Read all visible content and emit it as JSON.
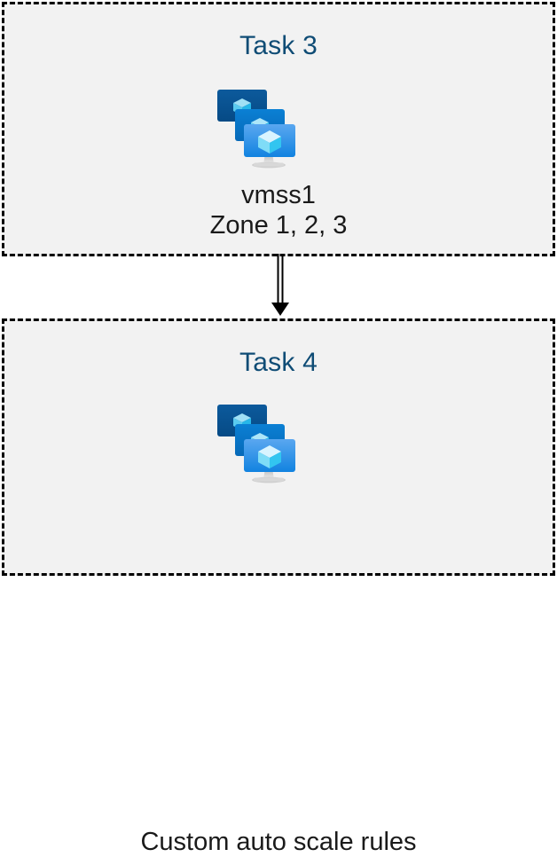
{
  "diagram": {
    "title": "Azure Virtual Machine Scale Set task flow",
    "background_color": "#ffffff",
    "box_fill_color": "#f2f2f2",
    "box_border_color": "#000000",
    "box_border_style": "dashed",
    "heading_color": "#0f4c75",
    "caption_color": "#1a1a1a",
    "connector_color": "#000000"
  },
  "nodes": [
    {
      "id": "task3",
      "title": "Task 3",
      "icon": "vm-scale-set-icon",
      "caption_lines": [
        "vmss1",
        "Zone 1, 2, 3"
      ]
    },
    {
      "id": "task4",
      "title": "Task 4",
      "icon": "vm-scale-set-icon",
      "caption_lines": [
        "Custom auto scale rules"
      ]
    }
  ],
  "connector": {
    "from": "task3",
    "to": "task4",
    "style": "double-line",
    "arrowhead": "filled-triangle",
    "direction": "down"
  },
  "icon_palette": {
    "monitor_back": "#0b5394",
    "monitor_back_dark": "#064a85",
    "monitor_middle": "#0a7ad1",
    "monitor_middle_dark": "#0669b8",
    "monitor_front_top": "#59a6f0",
    "monitor_front_bottom": "#1284e0",
    "cube_light": "#d9f4ff",
    "cube_mid": "#7fdcf7",
    "cube_dark": "#32c5f0",
    "stand_gray": "#c8c8c8",
    "stand_gray_dark": "#9a9a9a"
  }
}
